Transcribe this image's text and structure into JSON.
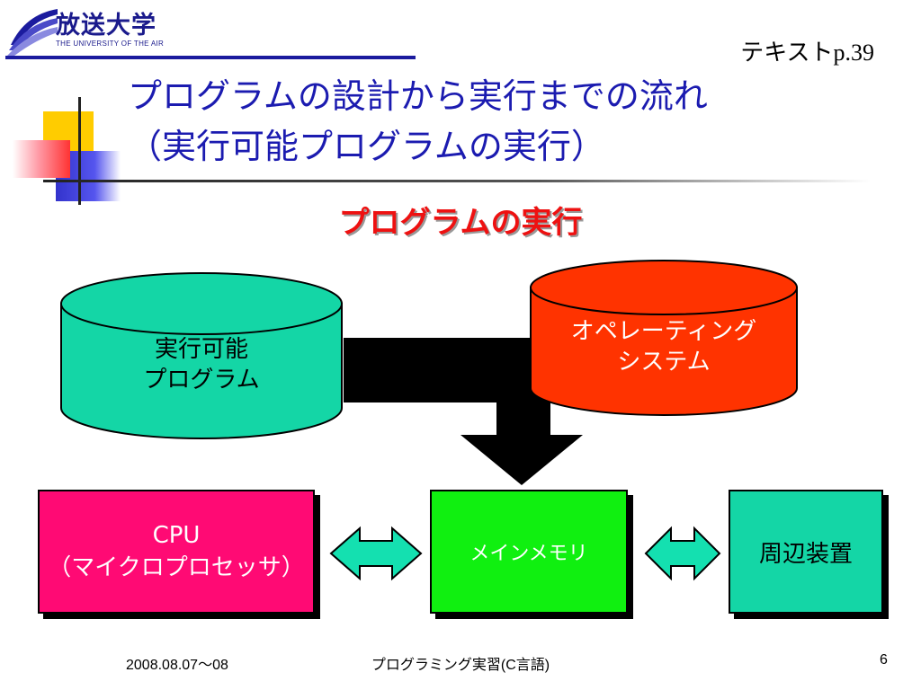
{
  "header": {
    "logo_text": "放送大学",
    "logo_subtext": "THE UNIVERSITY OF THE AIR",
    "text_reference": "テキストp.39"
  },
  "slide": {
    "title_line1": "プログラムの設計から実行までの流れ",
    "title_line2": "（実行可能プログラムの実行）",
    "subtitle": "プログラムの実行"
  },
  "diagram": {
    "executable": {
      "line1": "実行可能",
      "line2": "プログラム"
    },
    "os": {
      "line1": "オペレーティング",
      "line2": "システム"
    },
    "cpu": {
      "line1": "CPU",
      "line2": "（マイクロプロセッサ）"
    },
    "main_memory": "メインメモリ",
    "peripheral": "周辺装置"
  },
  "footer": {
    "date": "2008.08.07～08",
    "course": "プログラミング実習(C言語)",
    "page": "6"
  },
  "colors": {
    "title_blue": "#1b1bb0",
    "subtitle_red": "#ee1111",
    "cylinder_teal": "#14d6a6",
    "cylinder_red": "#ff3300",
    "cpu_pink": "#ff0a74",
    "memory_green": "#10f010",
    "peripheral_teal": "#14d6a6",
    "arrow_teal": "#14e0b0"
  }
}
